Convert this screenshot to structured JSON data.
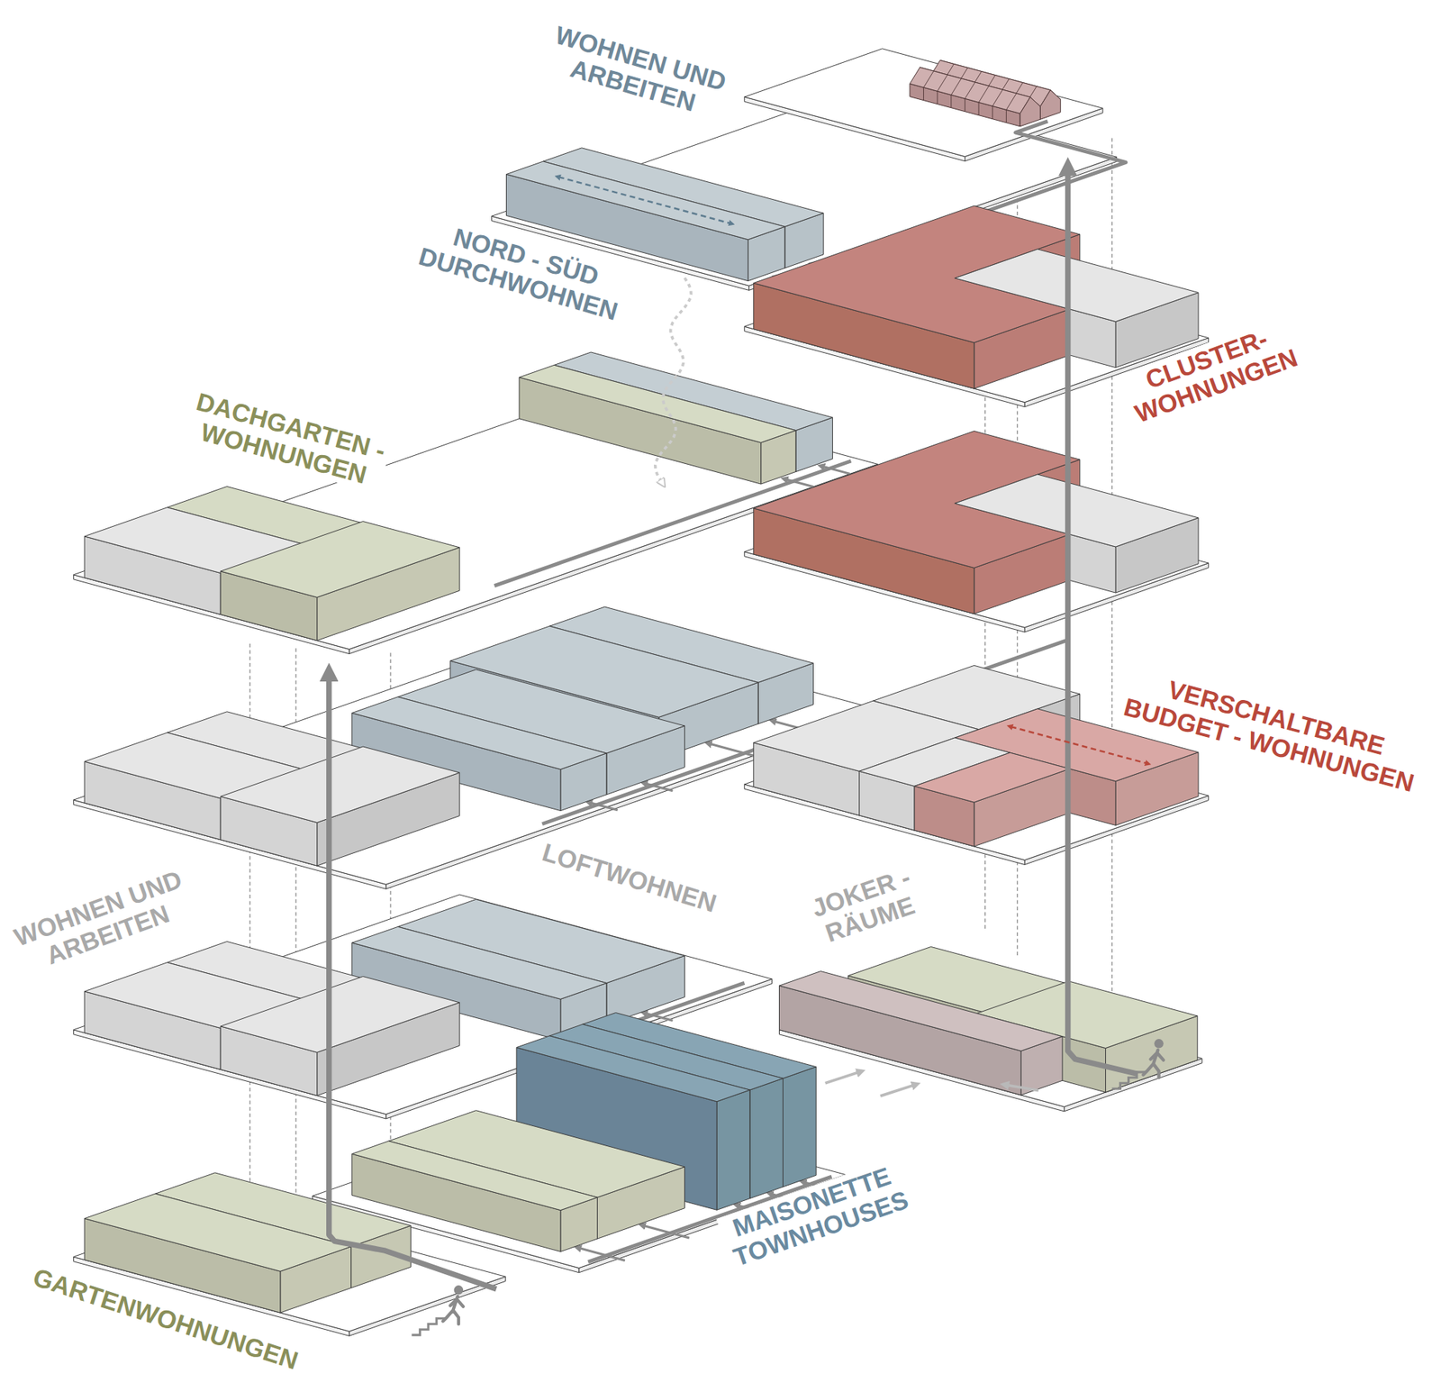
{
  "diagram": {
    "labels": [
      "WOHNEN UND ARBEITEN",
      "NORD - SÜD DURCHWOHNEN",
      "CLUSTER- WOHNUNGEN",
      "DACHGARTEN - WOHNUNGEN",
      "VERSCHALTBARE BUDGET - WOHNUNGEN",
      "LOFTWOHNEN",
      "JOKER - RÄUME",
      "WOHNEN UND ARBEITEN",
      "MAISONETTE TOWNHOUSES",
      "GARTENWOHNUNGEN"
    ]
  }
}
